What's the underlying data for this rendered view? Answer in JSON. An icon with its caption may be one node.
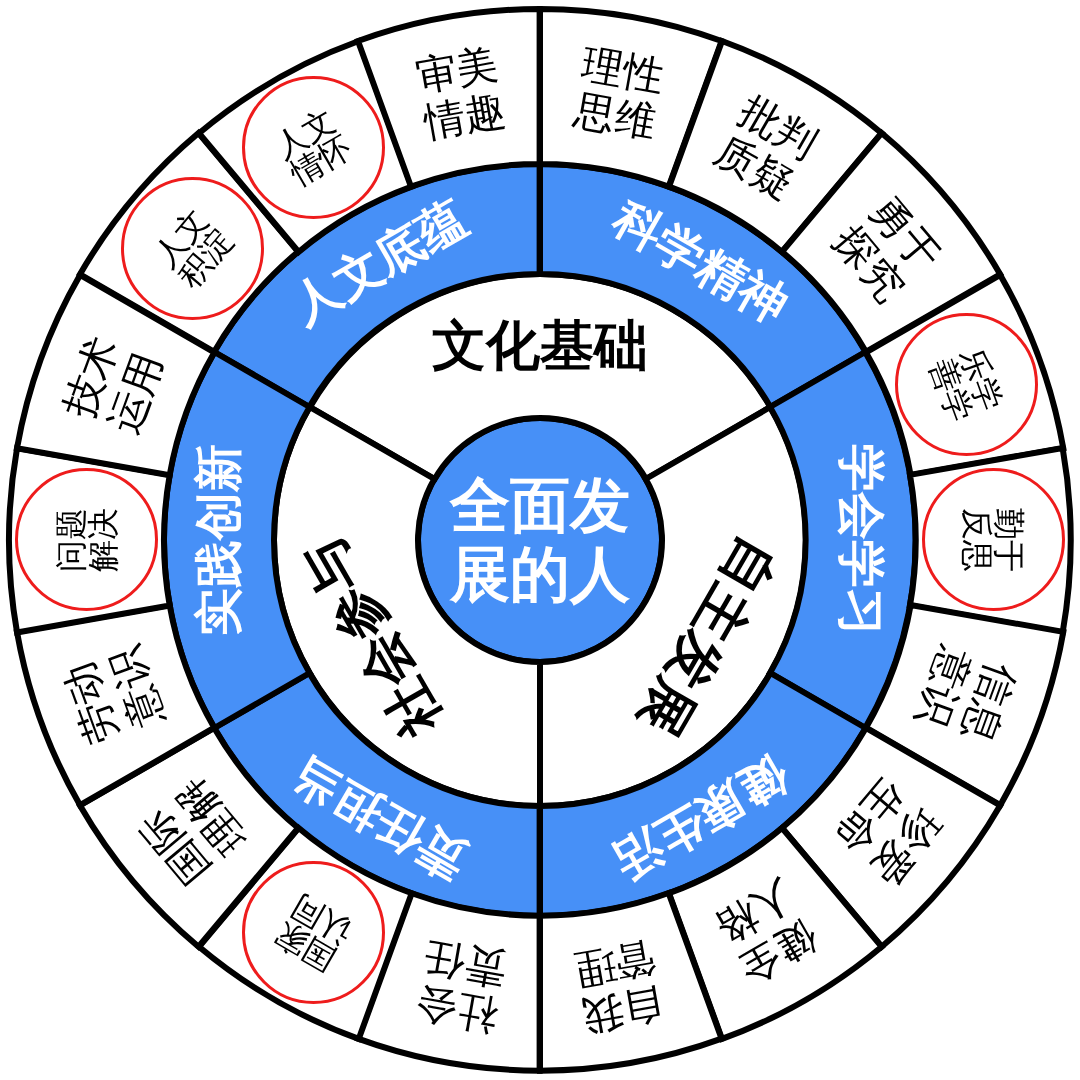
{
  "diagram": {
    "nodes": [
      {
        "text": [
          "全面发展的人"
        ]
      },
      {
        "text": [
          "文化基础"
        ]
      },
      {
        "text": [
          "自主发展"
        ]
      },
      {
        "text": [
          "社会参与"
        ]
      },
      {
        "text": [
          "人文底蕴"
        ]
      },
      {
        "text": [
          "科学精神"
        ]
      },
      {
        "text": [
          "学会学习"
        ]
      },
      {
        "text": [
          "健康生活"
        ]
      },
      {
        "text": [
          "责任担当"
        ]
      },
      {
        "text": [
          "实践创新"
        ]
      },
      {
        "text": [],
        "shape": "sector"
      },
      {
        "text": [
          "人文积淀"
        ],
        "in": 10
      },
      {
        "text": [],
        "shape": "sector"
      },
      {
        "text": [
          "人文情怀"
        ],
        "in": 12
      },
      {
        "text": [
          "审美情趣"
        ]
      },
      {
        "text": [
          "理性思维"
        ]
      },
      {
        "text": [
          "批判质疑"
        ]
      },
      {
        "text": [
          "勇于探究"
        ]
      },
      {
        "text": [],
        "shape": "sector"
      },
      {
        "text": [
          "乐学善学"
        ],
        "in": 18
      },
      {
        "text": [],
        "shape": "sector"
      },
      {
        "text": [
          "勤于反思"
        ],
        "in": 20
      },
      {
        "text": [
          "信息意识"
        ]
      },
      {
        "text": [
          "珍爱生命"
        ]
      },
      {
        "text": [
          "健全人格"
        ]
      },
      {
        "text": [
          "自我管理"
        ]
      },
      {
        "text": [
          "社会责任"
        ]
      },
      {
        "text": [],
        "shape": "sector"
      },
      {
        "text": [
          "国家认同"
        ],
        "in": 27
      },
      {
        "text": [
          "国际理解"
        ]
      },
      {
        "text": [
          "劳动意识"
        ]
      },
      {
        "text": [],
        "shape": "sector"
      },
      {
        "text": [
          "问题解决"
        ],
        "in": 31
      },
      {
        "text": [
          "技术运用"
        ]
      }
    ]
  }
}
